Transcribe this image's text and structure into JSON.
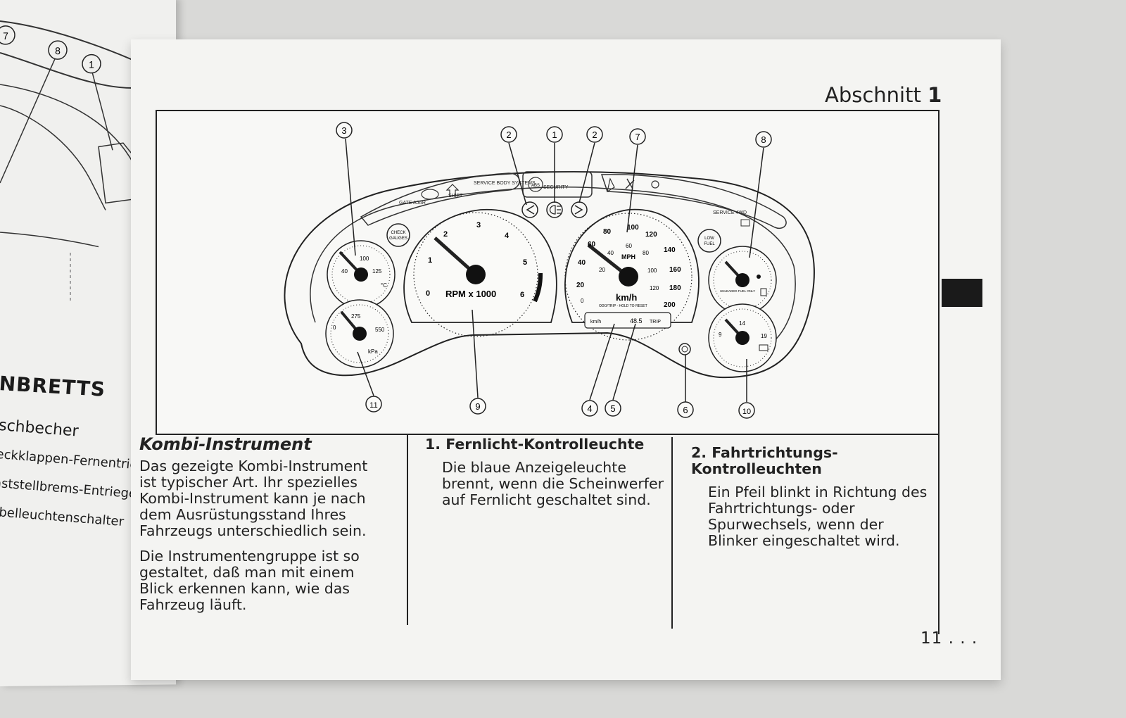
{
  "left_page": {
    "callouts": [
      "7",
      "8",
      "1"
    ],
    "heading": "NBRETTS",
    "items": [
      "schbecher",
      "eckklappen-Fernentriegelung",
      "aststellbrems-Entriegelung",
      "ebelleuchtenschalter"
    ]
  },
  "header": {
    "section_label": "Abschnitt",
    "section_number": "1"
  },
  "cluster": {
    "top_callouts": [
      "3",
      "2",
      "1",
      "2",
      "7",
      "8"
    ],
    "bottom_callouts": [
      "11",
      "9",
      "4",
      "5",
      "6",
      "10"
    ],
    "warning_labels": {
      "gate_ajar": "GATE AJAR",
      "shift": "SHIFT",
      "service_body": "SERVICE BODY SYSTEMS",
      "abs": "ABS",
      "security": "SECURITY",
      "service_4wd": "SERVICE 4WD",
      "check_gauges": "CHECK GAUGES",
      "low_fuel": "LOW FUEL"
    },
    "temp_gauge": {
      "ticks": [
        "40",
        "100",
        "125"
      ],
      "unit": "°C"
    },
    "oil_gauge": {
      "ticks": [
        "0",
        "275",
        "550"
      ],
      "unit": "kPa"
    },
    "tachometer": {
      "ticks": [
        "0",
        "1",
        "2",
        "3",
        "4",
        "5",
        "6"
      ],
      "label": "RPM x 1000"
    },
    "speedometer": {
      "mph_ticks": [
        "20",
        "40",
        "60",
        "80",
        "100",
        "120"
      ],
      "kmh_ticks": [
        "0",
        "20",
        "40",
        "60",
        "80",
        "100",
        "120",
        "140",
        "160",
        "180",
        "200"
      ],
      "mph_label": "MPH",
      "kmh_label": "km/h",
      "reset_note": "ODO/TRIP - HOLD TO RESET",
      "odo_unit": "km/h",
      "odo_value": "48.5",
      "odo_mode": "TRIP"
    },
    "fuel_gauge": {
      "note": "UNLEADED FUEL ONLY"
    },
    "volt_gauge": {
      "ticks": [
        "9",
        "14",
        "19"
      ]
    }
  },
  "columns": {
    "intro": {
      "title": "Kombi-Instrument",
      "p1": "Das gezeigte Kombi-Instrument ist typischer Art. Ihr spezielles Kombi-Instrument kann je nach dem Ausrüstungsstand Ihres Fahrzeugs unterschiedlich sein.",
      "p2": "Die Instrumentengruppe ist so gestaltet, daß man mit einem Blick erkennen kann, wie das Fahrzeug läuft."
    },
    "item1": {
      "title": "1. Fernlicht-Kontrolleuchte",
      "body": "Die blaue Anzeigeleuchte brennt, wenn die Scheinwerfer auf Fernlicht geschaltet sind."
    },
    "item2": {
      "title": "2. Fahrtrichtungs-Kontrolleuchten",
      "body": "Ein Pfeil blinkt in Richtung des Fahrtrichtungs- oder Spurwechsels, wenn der Blinker eingeschaltet wird."
    }
  },
  "footer": {
    "page_number": "11 . . ."
  }
}
